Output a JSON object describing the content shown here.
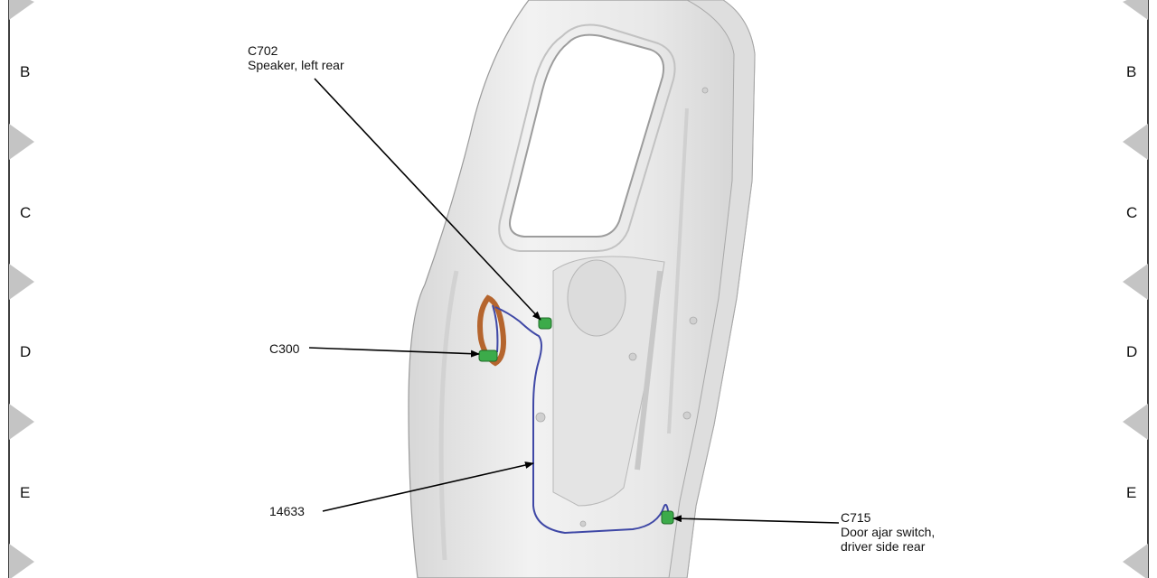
{
  "zones": {
    "left": [
      "B",
      "C",
      "D",
      "E"
    ],
    "right": [
      "B",
      "C",
      "D",
      "E"
    ]
  },
  "callouts": {
    "c702": {
      "code": "C702",
      "desc": "Speaker, left rear"
    },
    "c300": {
      "code": "C300"
    },
    "harness": {
      "code": "14633"
    },
    "c715": {
      "code": "C715",
      "desc_line1": "Door ajar switch,",
      "desc_line2": "driver side rear"
    }
  },
  "colors": {
    "panel": "#eeeeee",
    "panel_shadow": "#c9c9c9",
    "wire": "#3f48a6",
    "connector": "#3cab4a",
    "bracket": "#b5652e",
    "arrow": "#000000",
    "border_triangle": "#c4c4c4"
  }
}
